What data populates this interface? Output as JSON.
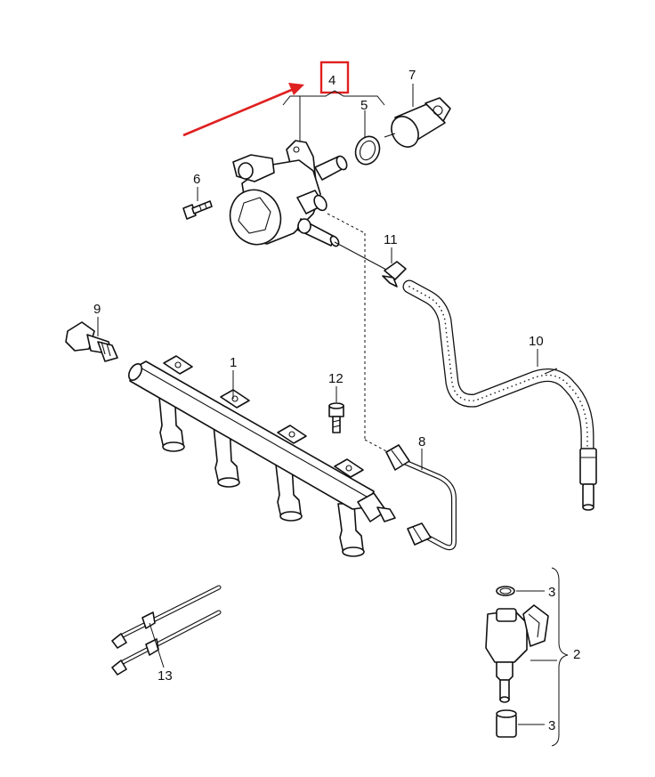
{
  "labels": {
    "part_1": "1",
    "part_2": "2",
    "part_3_top": "3",
    "part_3_bottom": "3",
    "part_4": "4",
    "part_5": "5",
    "part_6": "6",
    "part_7": "7",
    "part_8": "8",
    "part_9": "9",
    "part_10": "10",
    "part_11": "11",
    "part_12": "12",
    "part_13": "13"
  },
  "highlight": {
    "target_part": "4",
    "color": "#e02020"
  }
}
